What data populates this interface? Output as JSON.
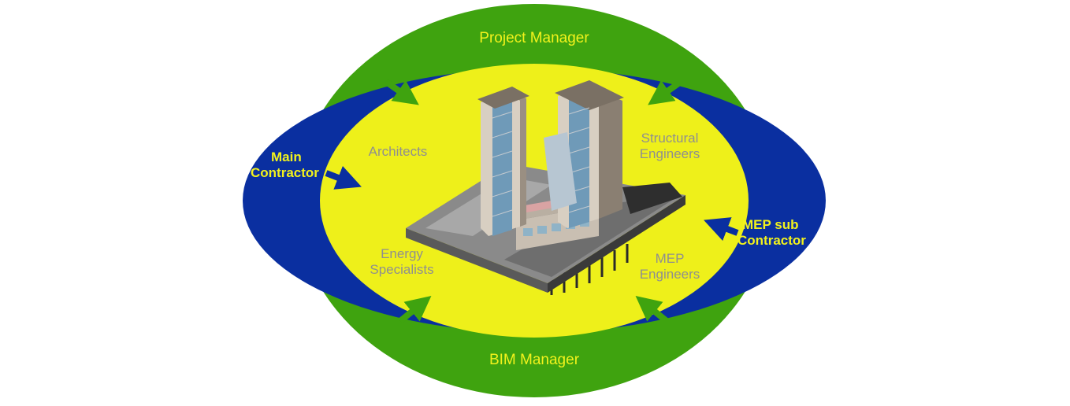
{
  "diagram": {
    "outer_ring": {
      "top_label": "Project Manager",
      "bottom_label": "BIM Manager"
    },
    "side_ellipses": {
      "left_label_line1": "Main",
      "left_label_line2": "Contractor",
      "right_label_line1": "MEP sub",
      "right_label_line2": "Contractor"
    },
    "core": {
      "top_left": "Architects",
      "top_right_line1": "Structural",
      "top_right_line2": "Engineers",
      "bottom_left_line1": "Energy",
      "bottom_left_line2": "Specialists",
      "bottom_right_line1": "MEP",
      "bottom_right_line2": "Engineers",
      "center_image": "building-model-illustration"
    },
    "colors": {
      "outer_green": "#3fa30f",
      "side_blue": "#0a2fa0",
      "core_yellow": "#eef01a",
      "outer_text": "#f2f21c",
      "inner_text": "#8f8f8f"
    }
  }
}
